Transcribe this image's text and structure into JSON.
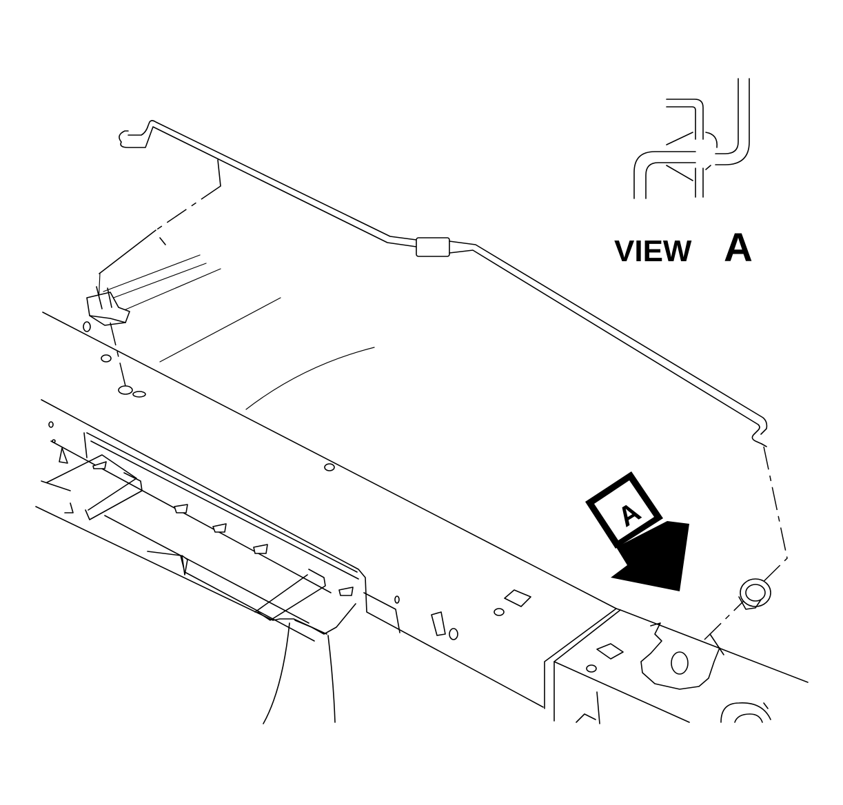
{
  "view_label": {
    "word": "VIEW",
    "letter": "A"
  },
  "callout": {
    "letter": "A"
  }
}
